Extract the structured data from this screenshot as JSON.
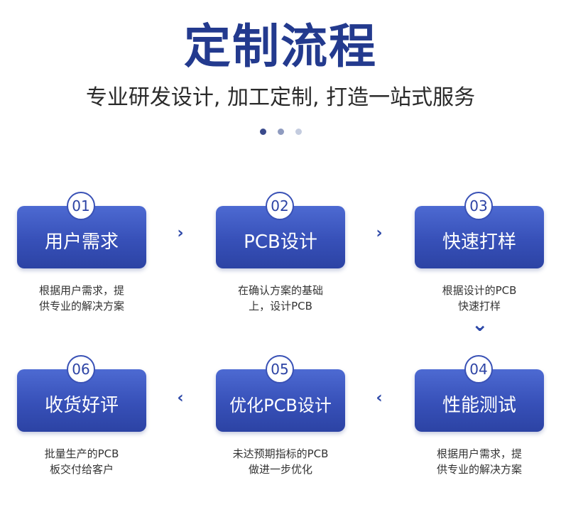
{
  "header": {
    "title": "定制流程",
    "subtitle": "专业研发设计, 加工定制, 打造一站式服务"
  },
  "colors": {
    "title": "#233a8e",
    "card": "#3750b8",
    "dots": [
      "#3a4a8c",
      "#8f9bbf",
      "#c4ccdf"
    ]
  },
  "steps": [
    {
      "num": "01",
      "label": "用户需求",
      "desc1": "根据用户需求，提",
      "desc2": "供专业的解决方案"
    },
    {
      "num": "02",
      "label": "PCB设计",
      "desc1": "在确认方案的基础",
      "desc2": "上，设计PCB"
    },
    {
      "num": "03",
      "label": "快速打样",
      "desc1": "根据设计的PCB",
      "desc2": "快速打样"
    },
    {
      "num": "04",
      "label": "性能测试",
      "desc1": "根据用户需求，提",
      "desc2": "供专业的解决方案"
    },
    {
      "num": "05",
      "label": "优化PCB设计",
      "desc1": "未达预期指标的PCB",
      "desc2": "做进一步优化"
    },
    {
      "num": "06",
      "label": "收货好评",
      "desc1": "批量生产的PCB",
      "desc2": "板交付给客户"
    }
  ],
  "arrows": {
    "right": "›",
    "left": "‹",
    "down": "⌄"
  }
}
